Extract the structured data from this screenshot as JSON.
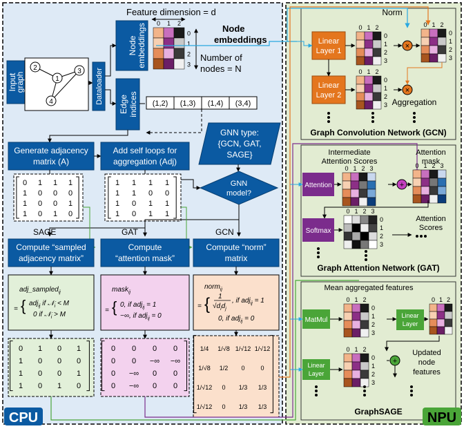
{
  "cpu_label": "CPU",
  "npu_label": "NPU",
  "feature_dim": "Feature dimension = d",
  "node_embeddings_title": "Node embeddings",
  "node_embeddings_box": "Node embeddings",
  "num_nodes": [
    "Number of",
    "nodes = N"
  ],
  "matrix_cols_012": [
    "0",
    "1",
    "2"
  ],
  "matrix_cols_0123": [
    "0",
    "1",
    "2",
    "3"
  ],
  "matrix_rows": [
    "0",
    "1",
    "2",
    "3"
  ],
  "input_graph": "Input graph",
  "graph_nodes": [
    "1",
    "2",
    "3",
    "4"
  ],
  "dataloader": "Dataloader",
  "edge_indices_box": "Edge indices",
  "edge_list": [
    "(1,2)",
    "(1,3)",
    "(1,4)",
    "(3,4)"
  ],
  "gen_adj": [
    "Generate adjacency",
    "matrix (A)"
  ],
  "add_self": [
    "Add self loops for",
    "aggregation (Adj)"
  ],
  "gnn_type": [
    "GNN type:",
    "{GCN, GAT,",
    "SAGE}"
  ],
  "gnn_model": [
    "GNN",
    "model?"
  ],
  "adj_matrix": [
    [
      "0",
      "1",
      "1",
      "1"
    ],
    [
      "1",
      "0",
      "0",
      "0"
    ],
    [
      "1",
      "0",
      "0",
      "1"
    ],
    [
      "1",
      "0",
      "1",
      "0"
    ]
  ],
  "adj_self_matrix": [
    [
      "1",
      "1",
      "1",
      "1"
    ],
    [
      "1",
      "1",
      "0",
      "0"
    ],
    [
      "1",
      "0",
      "1",
      "1"
    ],
    [
      "1",
      "0",
      "1",
      "1"
    ]
  ],
  "branch_labels": [
    "SAGE",
    "GAT",
    "GCN"
  ],
  "compute_sampled": [
    "Compute “sampled",
    "adjacency matrix”"
  ],
  "compute_mask": [
    "Compute",
    "“attention mask”"
  ],
  "compute_norm": [
    "Compute “norm”",
    "matrix"
  ],
  "sage_formula": [
    "adj_sampled",
    "ij",
    "adj",
    "ij",
    " if N",
    "i",
    " < M",
    "0 if N",
    "i",
    " > M",
    "="
  ],
  "mask_formula": [
    "mask",
    "ij",
    "0, if adj",
    "ij",
    " = 1",
    "−∞, if adj",
    "ij",
    " = 0",
    "="
  ],
  "norm_formula": [
    "norm",
    "ij",
    "1",
    "√(d",
    "i",
    "d",
    "j",
    ")",
    ", if adj",
    "ij",
    " = 1",
    "0, if adj",
    "ij",
    " = 0",
    "="
  ],
  "sampled_matrix": [
    [
      "0",
      "1",
      "0",
      "1"
    ],
    [
      "1",
      "0",
      "0",
      "0"
    ],
    [
      "1",
      "0",
      "0",
      "1"
    ],
    [
      "1",
      "0",
      "1",
      "0"
    ]
  ],
  "mask_matrix": [
    [
      "0",
      "0",
      "0",
      "0"
    ],
    [
      "0",
      "0",
      "−∞",
      "−∞"
    ],
    [
      "0",
      "−∞",
      "0",
      "0"
    ],
    [
      "0",
      "−∞",
      "0",
      "0"
    ]
  ],
  "norm_matrix_rows": [
    [
      "1/4",
      "1/√8",
      "1/√12",
      "1/√12"
    ],
    [
      "1/√8",
      "1/2",
      "0",
      "0"
    ],
    [
      "1/√12",
      "0",
      "1/3",
      "1/3"
    ],
    [
      "1/√12",
      "0",
      "1/3",
      "1/3"
    ]
  ],
  "gcn": {
    "title": "Graph Convolution Network (GCN)",
    "norm": "Norm",
    "linear1": [
      "Linear",
      "Layer 1"
    ],
    "linear2": [
      "Linear",
      "Layer 2"
    ],
    "aggregation": "Aggregation"
  },
  "gat": {
    "title": "Graph Attention Network (GAT)",
    "intermediate": [
      "Intermediate",
      "Attention Scores"
    ],
    "attention_mask": [
      "Attention",
      "mask"
    ],
    "attention": "Attention",
    "softmax": "Softmax",
    "scores": [
      "Attention",
      "Scores"
    ]
  },
  "sage": {
    "title": "GraphSAGE",
    "mean": "Mean aggregated features",
    "matmul": "MatMul",
    "linear": [
      "Linear",
      "Layer"
    ],
    "linear2": [
      "Linear",
      "Layer"
    ],
    "updated": [
      "Updated",
      "node",
      "features"
    ]
  },
  "colors": {
    "cpu_bg": "#deeaf6",
    "npu_bg": "#e2ecd2",
    "block": "#0b5aa2",
    "orange": "#e4761e",
    "purple": "#7b2c8c",
    "green": "#4aa538",
    "accent_blue": "#29a8e0"
  }
}
